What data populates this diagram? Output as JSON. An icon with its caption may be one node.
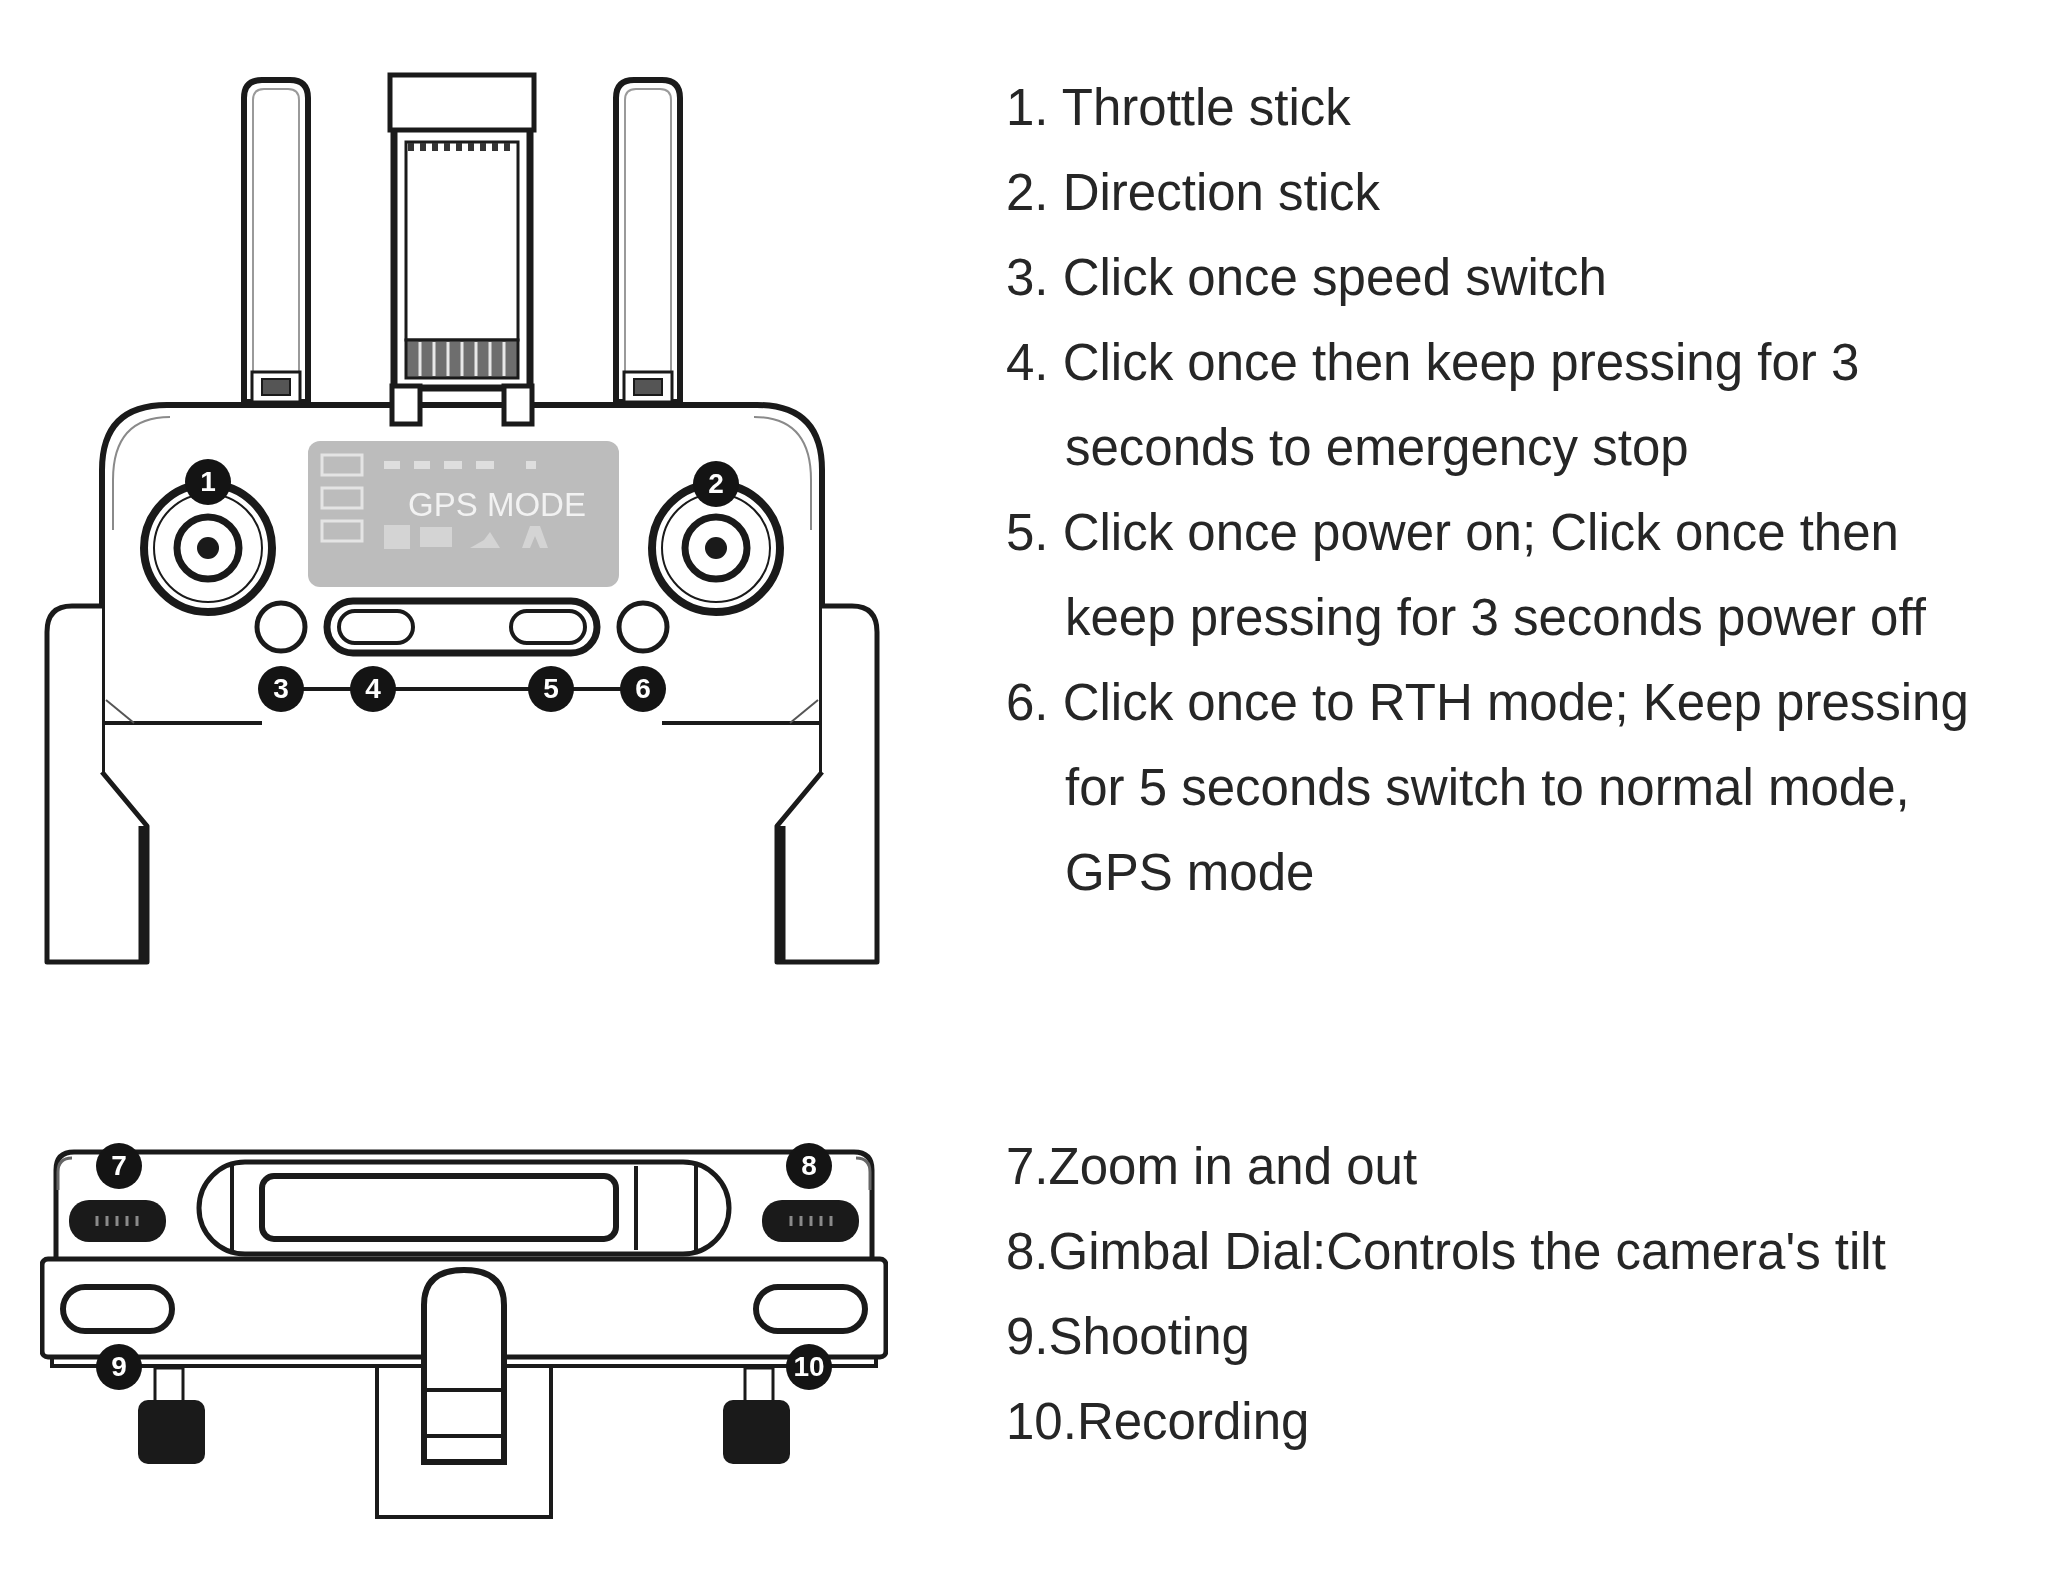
{
  "diagram": {
    "labels": [
      "1",
      "2",
      "GPS MODE",
      "3",
      "4",
      "5",
      "6",
      "1. Throttle stick",
      "2. Direction stick",
      "3. Click once speed switch",
      "4. Click once then keep pressing for 3 seconds to emergency stop",
      "5. Click once power on; Click once then keep pressing for 3 seconds power off",
      "6. Click once to RTH mode; Keep pressing for 5 seconds switch to normal mode, GPS mode",
      "7",
      "8",
      "9",
      "10",
      "7.Zoom in and out",
      "8.Gimbal Dial:Controls the camera's tilt",
      "9.Shooting",
      "10.Recording"
    ]
  }
}
